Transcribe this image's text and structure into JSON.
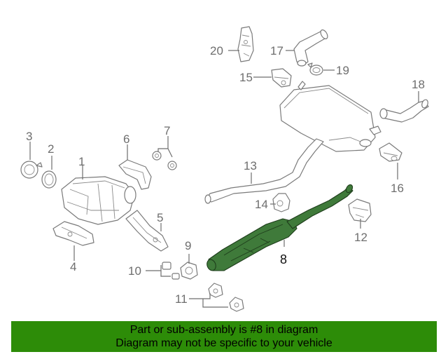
{
  "callouts": {
    "c1": "1",
    "c2": "2",
    "c3": "3",
    "c4": "4",
    "c5": "5",
    "c6": "6",
    "c7": "7",
    "c8": "8",
    "c9": "9",
    "c10": "10",
    "c11": "11",
    "c12": "12",
    "c13": "13",
    "c14": "14",
    "c15": "15",
    "c16": "16",
    "c17": "17",
    "c18": "18",
    "c19": "19",
    "c20": "20"
  },
  "highlight": {
    "part": "8",
    "color": "#3f7a3a"
  },
  "banner": {
    "line1": "Part or sub-assembly is #8 in diagram",
    "line2": "Diagram may not be specific to your vehicle",
    "background": "#2d8c08"
  }
}
